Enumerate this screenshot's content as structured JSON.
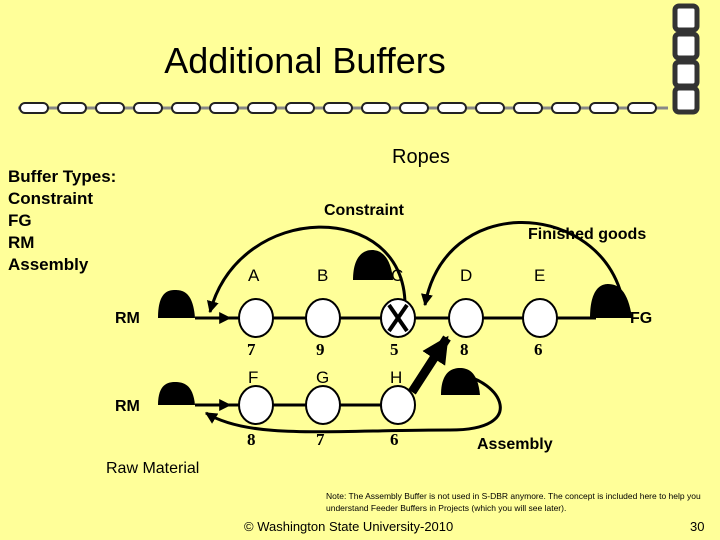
{
  "title": "Additional Buffers",
  "labels": {
    "ropes": "Ropes",
    "constraint": "Constraint",
    "finished_goods": "Finished goods",
    "assembly": "Assembly",
    "raw_material": "Raw Material",
    "rm_top": "RM",
    "rm_bottom": "RM",
    "fg": "FG"
  },
  "buffer_types": [
    "Buffer Types:",
    "Constraint",
    "FG",
    "RM",
    "Assembly"
  ],
  "top_row": {
    "letters": [
      "A",
      "B",
      "C",
      "D",
      "E"
    ],
    "numbers": [
      "7",
      "9",
      "5",
      "8",
      "6"
    ]
  },
  "bottom_row": {
    "letters": [
      "F",
      "G",
      "H"
    ],
    "numbers": [
      "8",
      "7",
      "6"
    ]
  },
  "note": "Note: The Assembly Buffer is not used in S-DBR anymore.  The concept is included here to help you understand Feeder Buffers in Projects (which you will see later).",
  "footer": "© Washington State University-2010",
  "page_number": "30"
}
